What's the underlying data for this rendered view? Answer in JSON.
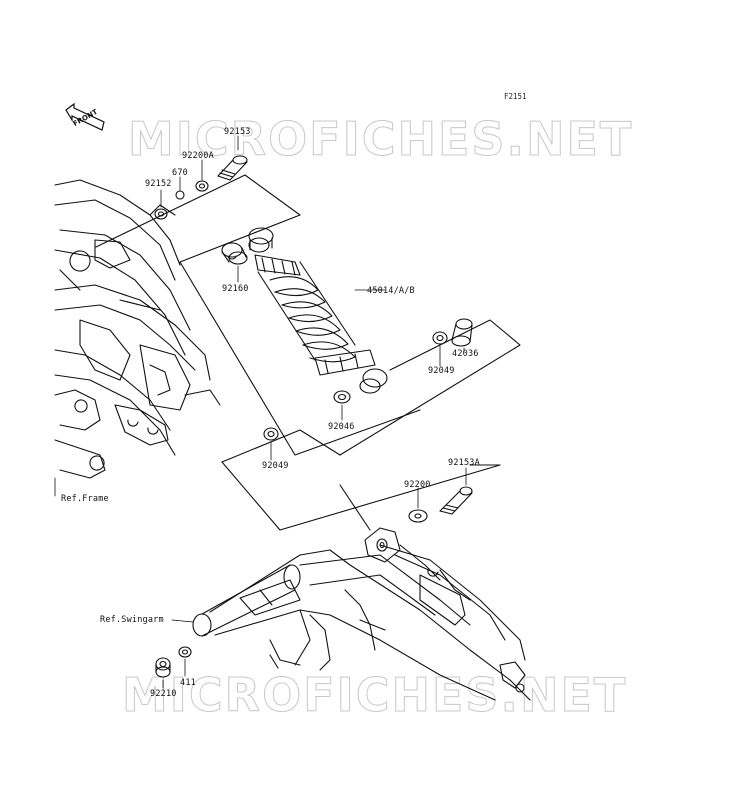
{
  "figure_code": "F2151",
  "front_label": "FRONT",
  "watermark": "MICROFICHES.NET",
  "parts": {
    "p92153": "92153",
    "p92200A": "92200A",
    "p670": "670",
    "p92152": "92152",
    "p92160": "92160",
    "p45014": "45014/A/B",
    "p42036": "42036",
    "p92049a": "92049",
    "p92046": "92046",
    "p92049b": "92049",
    "p92153A": "92153A",
    "p92200": "92200",
    "p411": "411",
    "p92210": "92210"
  },
  "refs": {
    "frame": "Ref.Frame",
    "swingarm": "Ref.Swingarm"
  }
}
